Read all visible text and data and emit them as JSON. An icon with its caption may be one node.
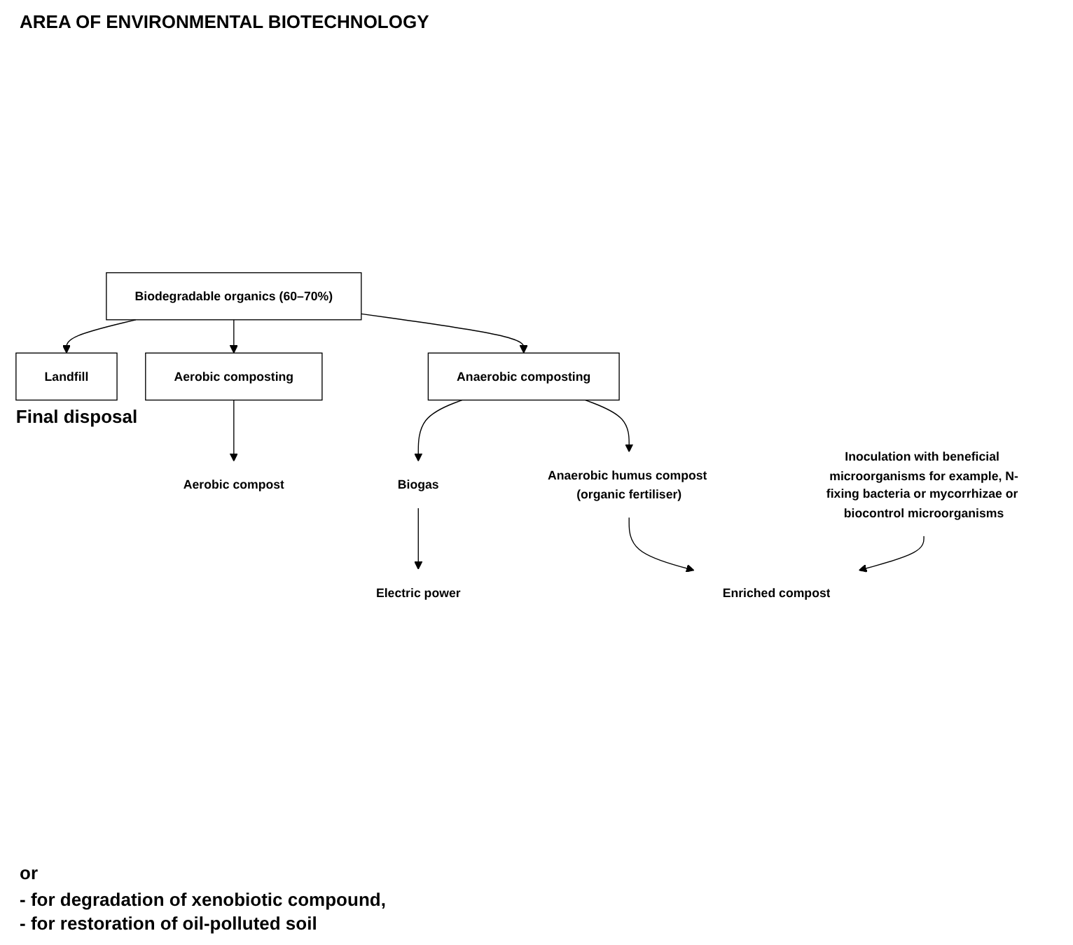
{
  "diagram": {
    "nodes": [
      {
        "text": [
          "Biodegradable organics (60–70%)"
        ]
      },
      {
        "text": [
          "Landfill"
        ],
        "beside": [
          "Final disposal"
        ]
      },
      {
        "text": [
          "Aerobic composting"
        ]
      },
      {
        "text": [
          "Anaerobic composting"
        ]
      },
      {
        "text": [
          "Aerobic compost"
        ]
      },
      {
        "text": [
          "Biogas"
        ]
      },
      {
        "text": [
          "Electric power"
        ]
      },
      {
        "text": [
          "Anaerobic humus compost (organic fertiliser)"
        ]
      },
      {
        "text": [
          "Enriched compost"
        ]
      },
      {
        "text": [
          "Inoculation with beneficial microorganisms for example, N-fixing bacteria or mycorrhizae or biocontrol microorganisms"
        ]
      }
    ],
    "edges": [
      {
        "from": 0,
        "to": 1,
        "arrow": "to"
      },
      {
        "from": 0,
        "to": 2,
        "arrow": "to"
      },
      {
        "from": 0,
        "to": 3,
        "arrow": "to"
      },
      {
        "from": 2,
        "to": 4,
        "arrow": "to"
      },
      {
        "from": 3,
        "to": 5,
        "arrow": "to"
      },
      {
        "from": 3,
        "to": 7,
        "arrow": "to"
      },
      {
        "from": 5,
        "to": 6,
        "arrow": "to"
      },
      {
        "from": 7,
        "to": 8,
        "arrow": "to"
      },
      {
        "from": 9,
        "to": 8,
        "arrow": "to"
      }
    ],
    "labels": [
      "AREA OF ENVIRONMENTAL BIOTECHNOLOGY",
      "or",
      "- for degradation of xenobiotic compound,",
      "- for restoration of oil-polluted soil"
    ]
  }
}
